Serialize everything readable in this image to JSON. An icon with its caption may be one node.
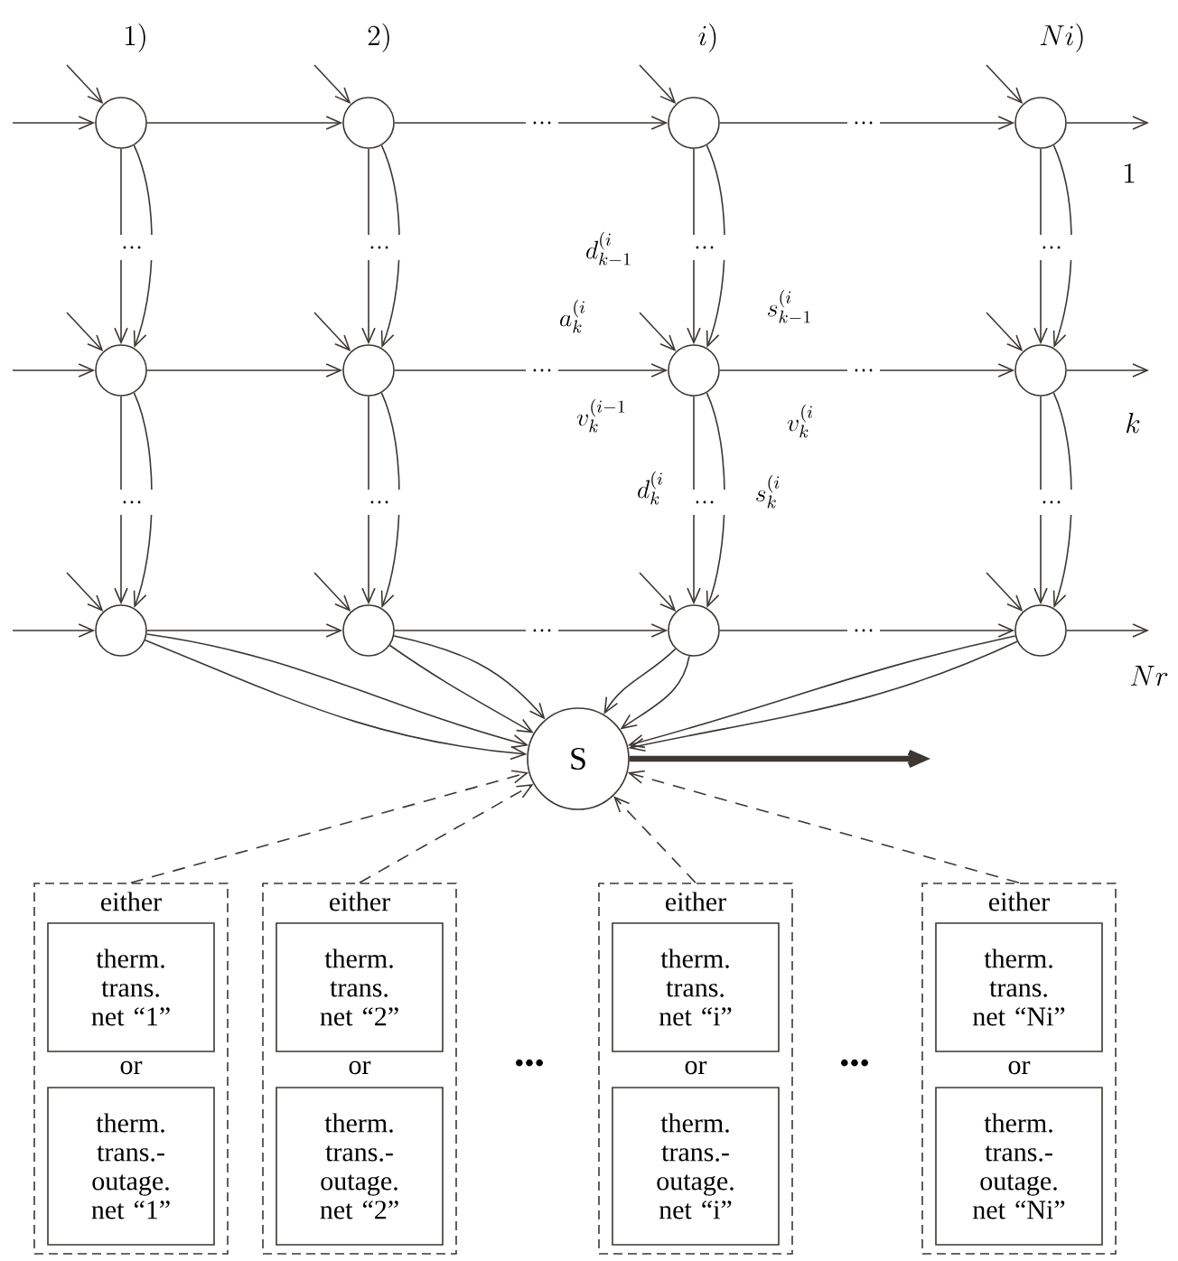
{
  "diagram": {
    "nodes": [
      {
        "text": [],
        "shape": "circle"
      },
      {
        "text": [],
        "shape": "circle"
      },
      {
        "text": [],
        "shape": "circle"
      },
      {
        "text": [],
        "shape": "circle"
      },
      {
        "text": [],
        "shape": "circle"
      },
      {
        "text": [],
        "shape": "circle"
      },
      {
        "text": [],
        "shape": "circle"
      },
      {
        "text": [],
        "shape": "circle"
      },
      {
        "text": [],
        "shape": "circle"
      },
      {
        "text": [],
        "shape": "circle"
      },
      {
        "text": [],
        "shape": "circle"
      },
      {
        "text": [],
        "shape": "circle"
      },
      {
        "text": [
          "S"
        ]
      },
      {
        "text": [
          "either",
          "or"
        ]
      },
      {
        "text": [
          "therm. trans. net “1”"
        ],
        "in": 13
      },
      {
        "text": [
          "therm. trans.- outage. net “1”"
        ],
        "in": 13
      },
      {
        "text": [
          "either",
          "or"
        ]
      },
      {
        "text": [
          "therm. trans. net “2”"
        ],
        "in": 16
      },
      {
        "text": [
          "therm. trans.- outage. net “2”"
        ],
        "in": 16
      },
      {
        "text": [
          "either",
          "or"
        ]
      },
      {
        "text": [
          "therm. trans. net “i”"
        ],
        "in": 19
      },
      {
        "text": [
          "therm. trans.- outage. net “i”"
        ],
        "in": 19
      },
      {
        "text": [
          "either",
          "or"
        ]
      },
      {
        "text": [
          "therm. trans. net “Ni”"
        ],
        "in": 22
      },
      {
        "text": [
          "therm. trans.- outage. net “Ni”"
        ],
        "in": 22
      }
    ],
    "edges": [
      {
        "from": null,
        "to": 0,
        "arrow": "to"
      },
      {
        "from": null,
        "to": 1,
        "arrow": "to"
      },
      {
        "from": null,
        "to": 2,
        "arrow": "to"
      },
      {
        "from": null,
        "to": 3,
        "arrow": "to"
      },
      {
        "from": null,
        "to": 4,
        "arrow": "to"
      },
      {
        "from": null,
        "to": 5,
        "arrow": "to"
      },
      {
        "from": null,
        "to": 6,
        "arrow": "to",
        "label": "a_k^{(i}"
      },
      {
        "from": null,
        "to": 7,
        "arrow": "to"
      },
      {
        "from": null,
        "to": 8,
        "arrow": "to"
      },
      {
        "from": null,
        "to": 9,
        "arrow": "to"
      },
      {
        "from": null,
        "to": 10,
        "arrow": "to"
      },
      {
        "from": null,
        "to": 11,
        "arrow": "to"
      },
      {
        "from": null,
        "to": 0,
        "arrow": "to"
      },
      {
        "from": null,
        "to": 4,
        "arrow": "to"
      },
      {
        "from": null,
        "to": 8,
        "arrow": "to"
      },
      {
        "from": 0,
        "to": 1,
        "arrow": "to"
      },
      {
        "from": 1,
        "to": 2,
        "arrow": "to"
      },
      {
        "from": 2,
        "to": 3,
        "arrow": "to"
      },
      {
        "from": 4,
        "to": 5,
        "arrow": "to"
      },
      {
        "from": 5,
        "to": 6,
        "arrow": "to",
        "label": "v_k^{(i-1}"
      },
      {
        "from": 6,
        "to": 7,
        "arrow": "to",
        "label": "v_k^{(i}"
      },
      {
        "from": 8,
        "to": 9,
        "arrow": "to"
      },
      {
        "from": 9,
        "to": 10,
        "arrow": "to"
      },
      {
        "from": 10,
        "to": 11,
        "arrow": "to"
      },
      {
        "from": 3,
        "to": null,
        "arrow": "to"
      },
      {
        "from": 7,
        "to": null,
        "arrow": "to"
      },
      {
        "from": 11,
        "to": null,
        "arrow": "to"
      },
      {
        "from": 0,
        "to": 4,
        "arrow": "to"
      },
      {
        "from": 1,
        "to": 5,
        "arrow": "to"
      },
      {
        "from": 2,
        "to": 6,
        "arrow": "to",
        "label": "d_{k-1}^{(i}"
      },
      {
        "from": 3,
        "to": 7,
        "arrow": "to"
      },
      {
        "from": 0,
        "to": 4,
        "arrow": "to"
      },
      {
        "from": 1,
        "to": 5,
        "arrow": "to"
      },
      {
        "from": 2,
        "to": 6,
        "arrow": "to",
        "label": "s_{k-1}^{(i}"
      },
      {
        "from": 3,
        "to": 7,
        "arrow": "to"
      },
      {
        "from": 4,
        "to": 8,
        "arrow": "to"
      },
      {
        "from": 5,
        "to": 9,
        "arrow": "to"
      },
      {
        "from": 6,
        "to": 10,
        "arrow": "to",
        "label": "d_k^{(i}"
      },
      {
        "from": 7,
        "to": 11,
        "arrow": "to"
      },
      {
        "from": 4,
        "to": 8,
        "arrow": "to"
      },
      {
        "from": 5,
        "to": 9,
        "arrow": "to"
      },
      {
        "from": 6,
        "to": 10,
        "arrow": "to",
        "label": "s_k^{(i}"
      },
      {
        "from": 7,
        "to": 11,
        "arrow": "to"
      },
      {
        "from": 8,
        "to": 12,
        "arrow": "to"
      },
      {
        "from": 8,
        "to": 12,
        "arrow": "to"
      },
      {
        "from": 9,
        "to": 12,
        "arrow": "to"
      },
      {
        "from": 9,
        "to": 12,
        "arrow": "to"
      },
      {
        "from": 10,
        "to": 12,
        "arrow": "to"
      },
      {
        "from": 10,
        "to": 12,
        "arrow": "to"
      },
      {
        "from": 11,
        "to": 12,
        "arrow": "to"
      },
      {
        "from": 11,
        "to": 12,
        "arrow": "to"
      },
      {
        "from": 12,
        "to": null,
        "arrow": "to",
        "style": "thick"
      },
      {
        "from": 13,
        "to": 12,
        "arrow": "to",
        "style": "dashed"
      },
      {
        "from": 16,
        "to": 12,
        "arrow": "to",
        "style": "dashed"
      },
      {
        "from": 19,
        "to": 12,
        "arrow": "to",
        "style": "dashed"
      },
      {
        "from": 22,
        "to": 12,
        "arrow": "to",
        "style": "dashed"
      }
    ],
    "labels": [
      "1)",
      "2)",
      "i)",
      "Ni)",
      "…",
      "…",
      "1",
      "…",
      "…",
      "…",
      "…",
      "…",
      "…",
      "k",
      "…",
      "…",
      "…",
      "…",
      "…",
      "…",
      "Nr",
      "•••",
      "•••"
    ]
  }
}
